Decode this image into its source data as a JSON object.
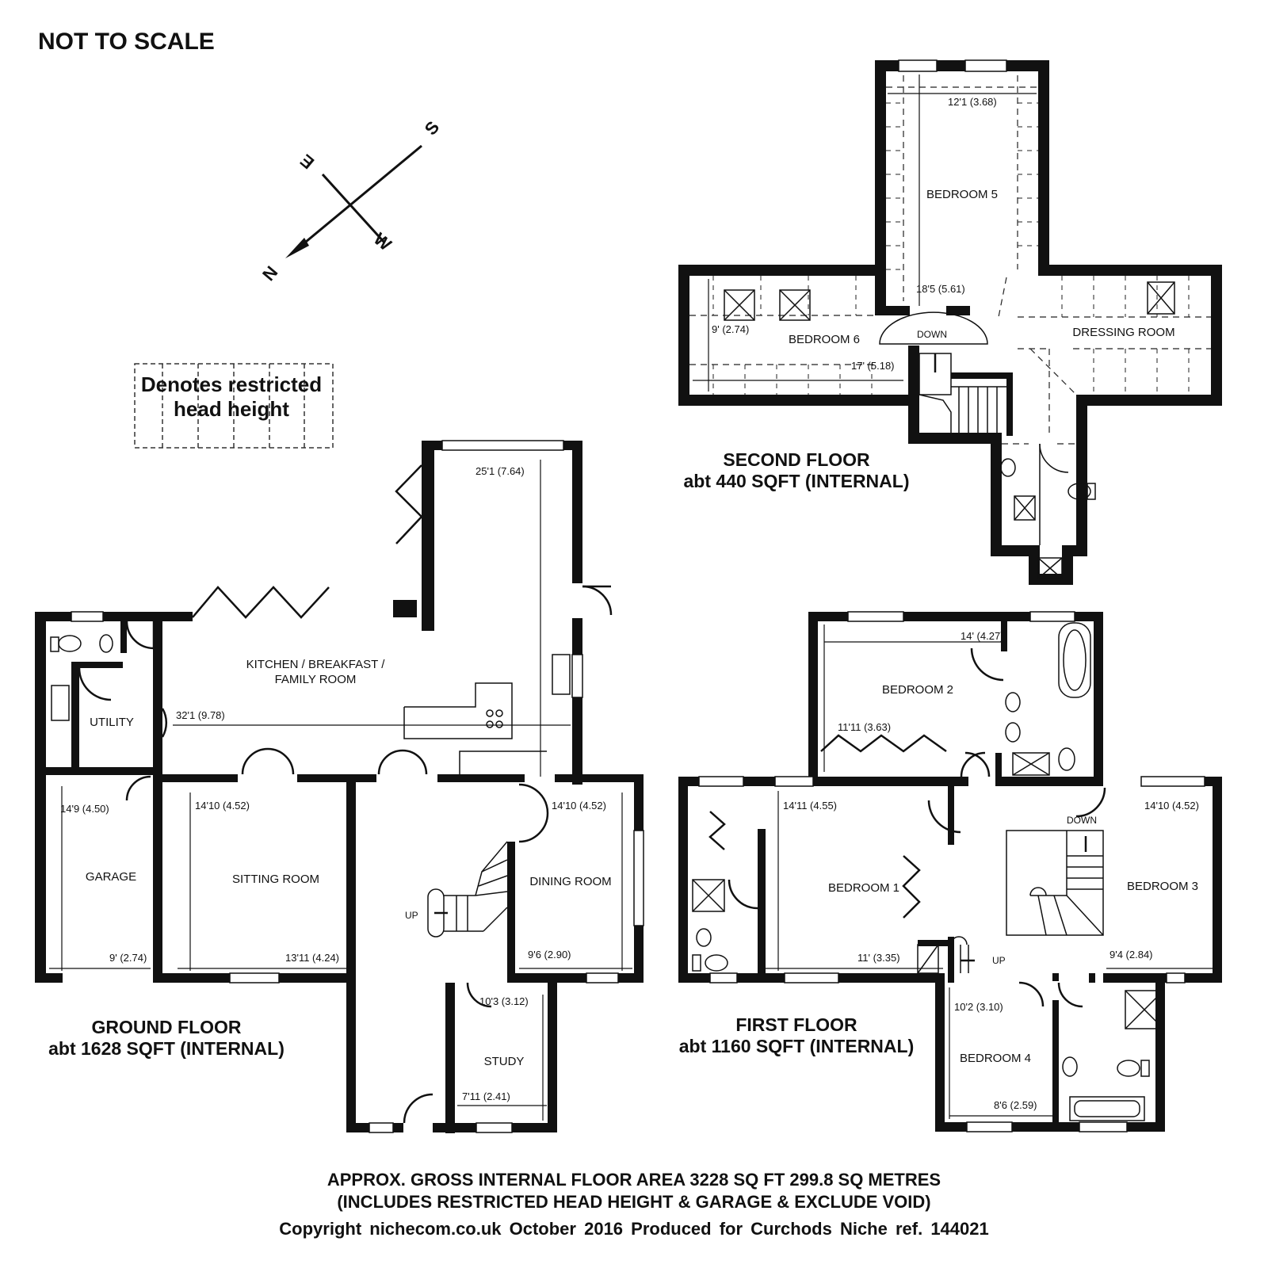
{
  "header": {
    "not_to_scale": "NOT TO SCALE"
  },
  "legend": {
    "line1": "Denotes restricted",
    "line2": "head height"
  },
  "compass": {
    "s": "S",
    "e": "E",
    "w": "W",
    "n": "N"
  },
  "ground_floor": {
    "title": "GROUND FLOOR",
    "area": "abt 1628 SQFT (INTERNAL)",
    "rooms": {
      "kitchen_line1": "KITCHEN / BREAKFAST /",
      "kitchen_line2": "FAMILY ROOM",
      "utility": "UTILITY",
      "garage": "GARAGE",
      "sitting": "SITTING ROOM",
      "dining": "DINING ROOM",
      "study": "STUDY"
    },
    "labels": {
      "up": "UP"
    },
    "dims": {
      "kitchen_h": "25'1 (7.64)",
      "kitchen_w": "32'1 (9.78)",
      "garage_h": "14'9 (4.50)",
      "garage_w": "9' (2.74)",
      "sitting_h": "14'10 (4.52)",
      "sitting_w": "13'11 (4.24)",
      "dining_h": "14'10 (4.52)",
      "dining_w": "9'6 (2.90)",
      "study_h": "10'3 (3.12)",
      "study_w": "7'11 (2.41)"
    }
  },
  "first_floor": {
    "title": "FIRST FLOOR",
    "area": "abt 1160 SQFT (INTERNAL)",
    "rooms": {
      "bedroom1": "BEDROOM 1",
      "bedroom2": "BEDROOM 2",
      "bedroom3": "BEDROOM 3",
      "bedroom4": "BEDROOM 4"
    },
    "labels": {
      "down": "DOWN",
      "up": "UP"
    },
    "dims": {
      "bed2_w": "14' (4.27)",
      "bed2_h": "11'11 (3.63)",
      "bed1_h": "14'11 (4.55)",
      "bed1_w": "11' (3.35)",
      "bed3_h": "14'10 (4.52)",
      "bed3_w": "9'4 (2.84)",
      "bed4_h": "10'2 (3.10)",
      "bed4_w": "8'6 (2.59)"
    }
  },
  "second_floor": {
    "title": "SECOND FLOOR",
    "area": "abt 440 SQFT (INTERNAL)",
    "rooms": {
      "bedroom5": "BEDROOM 5",
      "bedroom6": "BEDROOM 6",
      "dressing": "DRESSING ROOM"
    },
    "labels": {
      "down": "DOWN"
    },
    "dims": {
      "bed5_w": "12'1 (3.68)",
      "bed5_h": "18'5 (5.61)",
      "bed6_h": "9' (2.74)",
      "bed6_w": "17' (5.18)"
    }
  },
  "footer": {
    "line1": "APPROX. GROSS INTERNAL FLOOR AREA 3228 SQ FT 299.8 SQ METRES",
    "line2": "(INCLUDES RESTRICTED HEAD HEIGHT & GARAGE & EXCLUDE VOID)",
    "line3": "Copyright nichecom.co.uk October 2016     Produced for Curchods     Niche ref. 144021"
  }
}
